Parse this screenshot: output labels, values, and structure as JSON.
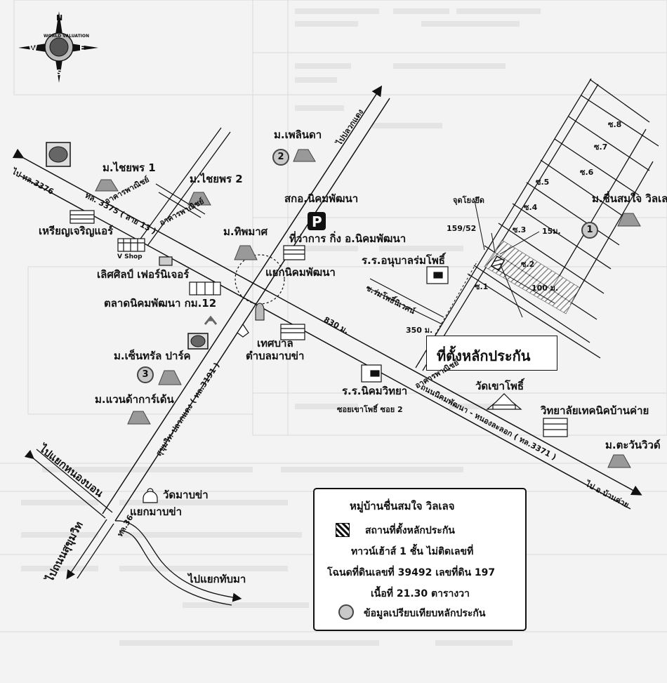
{
  "compass": {
    "n": "N",
    "s": "S",
    "e": "E",
    "w": "W",
    "badge": "WORLD VALUATION"
  },
  "places": {
    "chaiyaporn1": "ม.ไชยพร 1",
    "chaiyaporn2": "ม.ไชยพร 2",
    "ploenda": "ม.เพลินดา",
    "thipmat": "ม.ทิพมาศ",
    "ploenda_num": "2",
    "sakor": "สกอ.นิคมพัฒนา",
    "district_office": "ที่ว่าการ กิ่ง อ.นิคมพัฒนา",
    "junction_nikhom": "แยกนิคมพัฒนา",
    "kindergarten": "ร.ร.อนุบาลร่มโพธิ์",
    "soi_rompho": "ซ.ร่มโพธิ์นิเวศน์",
    "chuensomjai": "ม.ชื่นสมใจ วิลเลจ",
    "chuensomjai_num": "1",
    "landmark": "จุดโยงยึด",
    "dist_159": "159/52",
    "dist_15m": "15ม.",
    "dist_100m": "100 ม.",
    "dist_830m": "830 ม.",
    "dist_350m": "350 ม.",
    "site_label": "ที่ตั้งหลักประกัน",
    "wat_khaophothi": "วัดเขาโพธิ์",
    "technical_college": "วิทยาลัยเทคนิคบ้านค่าย",
    "tawanwiew": "ม.ตะวันวิวด์",
    "nikhom_school": "ร.ร.นิคมวิทยา",
    "soi_khaophothi": "ซอยเขาโพธิ์ ซอย 2",
    "municipality": "เทศบาล",
    "subdistrict": "ตำบลมาบข่า",
    "central_park": "ม.เซ็นทรัล ปาร์ค",
    "central_park_num": "3",
    "wanda_garden": "ม.แวนด้าการ์เด้น",
    "wat_mapkha": "วัดมาบข่า",
    "junction_mapkha": "แยกมาบข่า",
    "to_nonglon": "ไปแยกหนองบอน",
    "to_banchang": "ไปถนนสุขุมวิท",
    "to_thapma": "ไปแยกทับมา",
    "road_36": "ทล.36",
    "to_3376": "ไป ทล.3376",
    "road_3375": "ทล. 3375 ( สาย 13 )",
    "commercial_1": "อาคารพาณิชย์",
    "commercial_2": "อาคารพาณิชย์",
    "commercial_3": "อาคารพาณิชย์",
    "to_plaeukdaeng": "ไปปลวกแดง",
    "road_3191": "สุขุมวิท-ปลวกแดง ( ทล.3191 )",
    "road_3371": "ถนนนิคมพัฒนา - หนองละลอก ( ทล.3371 )",
    "to_bankhai": "ไป อ.บ้านค่าย",
    "raenjaroen_air": "เหรียญเจริญแอร์",
    "vshop": "V Shop",
    "lertsilp": "เลิศศิลป์ เฟอร์นิเจอร์",
    "market": "ตลาดนิคมพัฒนา กม.12"
  },
  "sois": [
    "ซ.1",
    "ซ.2",
    "ซ.3",
    "ซ.4",
    "ซ.5",
    "ซ.6",
    "ซ.7",
    "ซ.8"
  ],
  "legend": {
    "title": "หมู่บ้านชื่นสมใจ วิลเลจ",
    "site": "สถานที่ตั้งหลักประกัน",
    "building": "ทาวน์เฮ้าส์ 1 ชั้น ไม่ติดเลขที่",
    "deed": "โฉนดที่ดินเลขที่ 39492 เลขที่ดิน 197",
    "area": "เนื้อที่ 21.30 ตารางวา",
    "compare": "ข้อมูลเปรียบเทียบหลักประกัน"
  },
  "colors": {
    "road": "#111111",
    "icon_gray": "#888888",
    "circle_fill": "#c9c9c9",
    "background": "#f3f3f3"
  }
}
